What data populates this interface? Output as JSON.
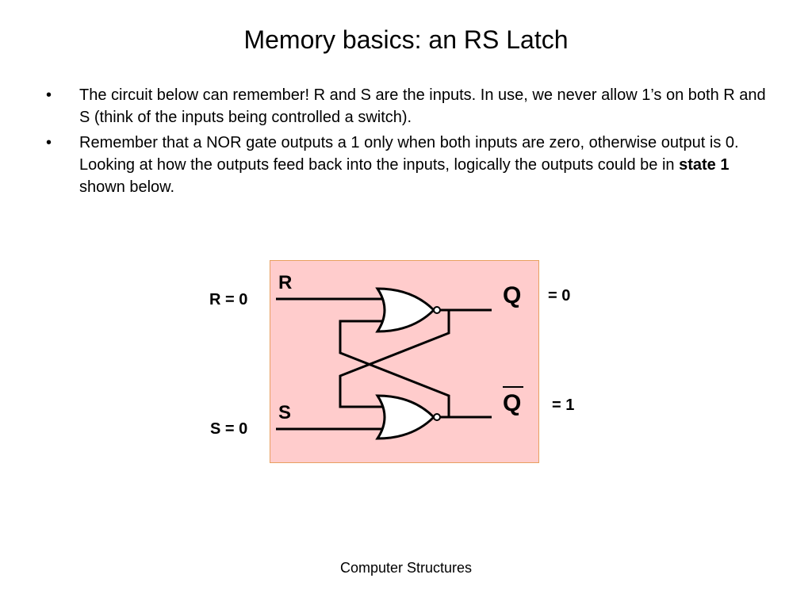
{
  "slide": {
    "title": "Memory basics: an RS Latch",
    "bullets": [
      {
        "marker": "•",
        "text": "The circuit below can remember!  R and S are the inputs.  In use, we never allow 1’s on both R and S (think of the inputs being controlled a switch)."
      },
      {
        "marker": "•",
        "text_before": "Remember that a  NOR gate outputs a 1 only when both inputs are zero, otherwise output is 0. Looking at how the outputs feed back into the inputs, logically the outputs could be in ",
        "text_bold": "state 1",
        "text_after": " shown below."
      }
    ],
    "footer": "Computer Structures"
  },
  "diagram": {
    "background_color": "#ffcccc",
    "border_color": "#e8a060",
    "gate_type": "NOR",
    "input_r_name": "R",
    "input_s_name": "S",
    "input_r_value": "R = 0",
    "input_s_value": "S = 0",
    "output_q_name": "Q",
    "output_qbar_name": "Q",
    "output_q_value": "= 0",
    "output_qbar_value": "= 1"
  }
}
